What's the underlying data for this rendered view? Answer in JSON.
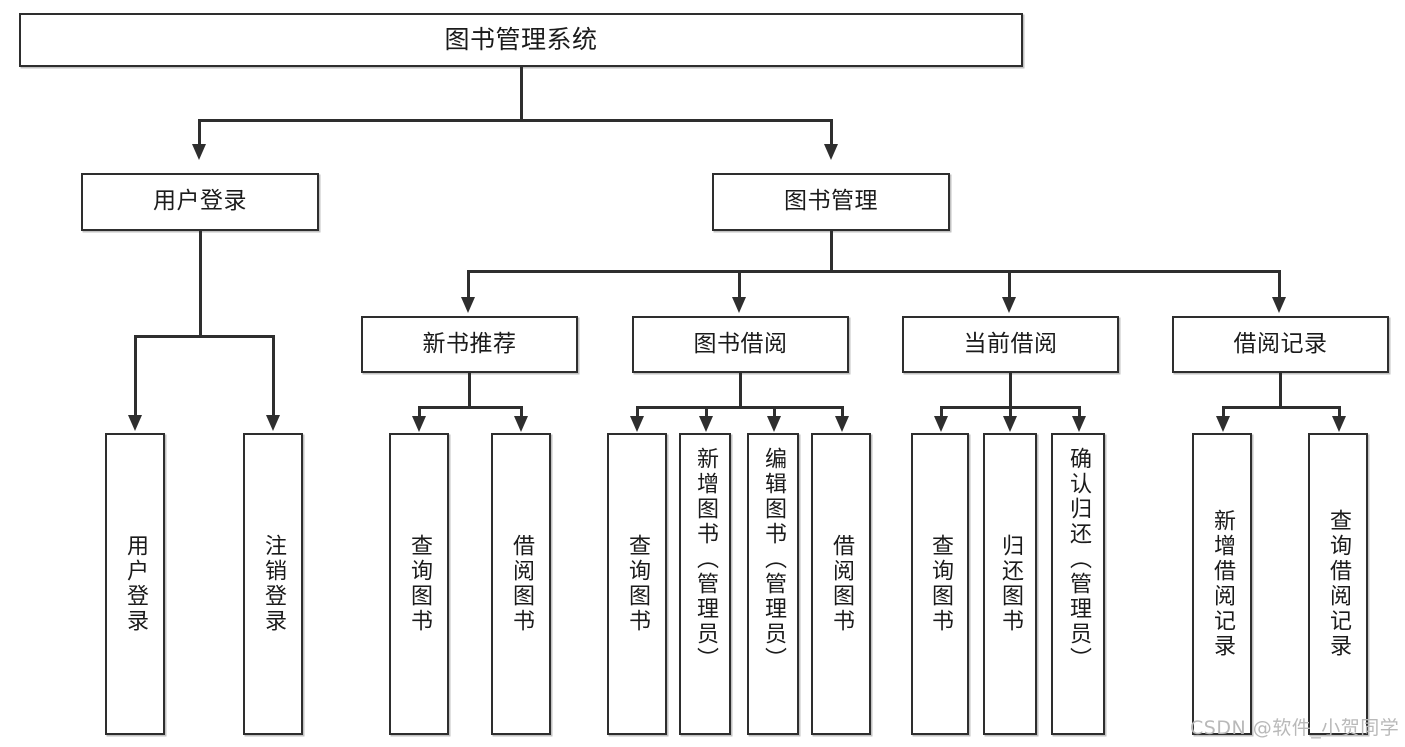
{
  "diagram": {
    "title": "图书管理系统",
    "type": "tree",
    "watermark": "CSDN @软件_小贺同学",
    "colors": {
      "background": "#ffffff",
      "border": "#2e2e2e",
      "text": "#1b1b1b",
      "line": "#2e2e2e",
      "watermark": "#b9b9b9"
    },
    "nodes": {
      "root": {
        "label": "图书管理系统"
      },
      "level2": [
        {
          "label": "用户登录"
        },
        {
          "label": "图书管理"
        }
      ],
      "level3": [
        {
          "label": "新书推荐"
        },
        {
          "label": "图书借阅"
        },
        {
          "label": "当前借阅"
        },
        {
          "label": "借阅记录"
        }
      ],
      "leaves": {
        "user_login": [
          {
            "label": "用户登录"
          },
          {
            "label": "注销登录"
          }
        ],
        "new_book_recommend": [
          {
            "label": "查询图书"
          },
          {
            "label": "借阅图书"
          }
        ],
        "book_borrow": [
          {
            "label": "查询图书"
          },
          {
            "label": "新增图书（管理员）"
          },
          {
            "label": "编辑图书（管理员）"
          },
          {
            "label": "借阅图书"
          }
        ],
        "current_borrow": [
          {
            "label": "查询图书"
          },
          {
            "label": "归还图书"
          },
          {
            "label": "确认归还（管理员）"
          }
        ],
        "borrow_record": [
          {
            "label": "新增借阅记录"
          },
          {
            "label": "查询借阅记录"
          }
        ]
      }
    }
  }
}
